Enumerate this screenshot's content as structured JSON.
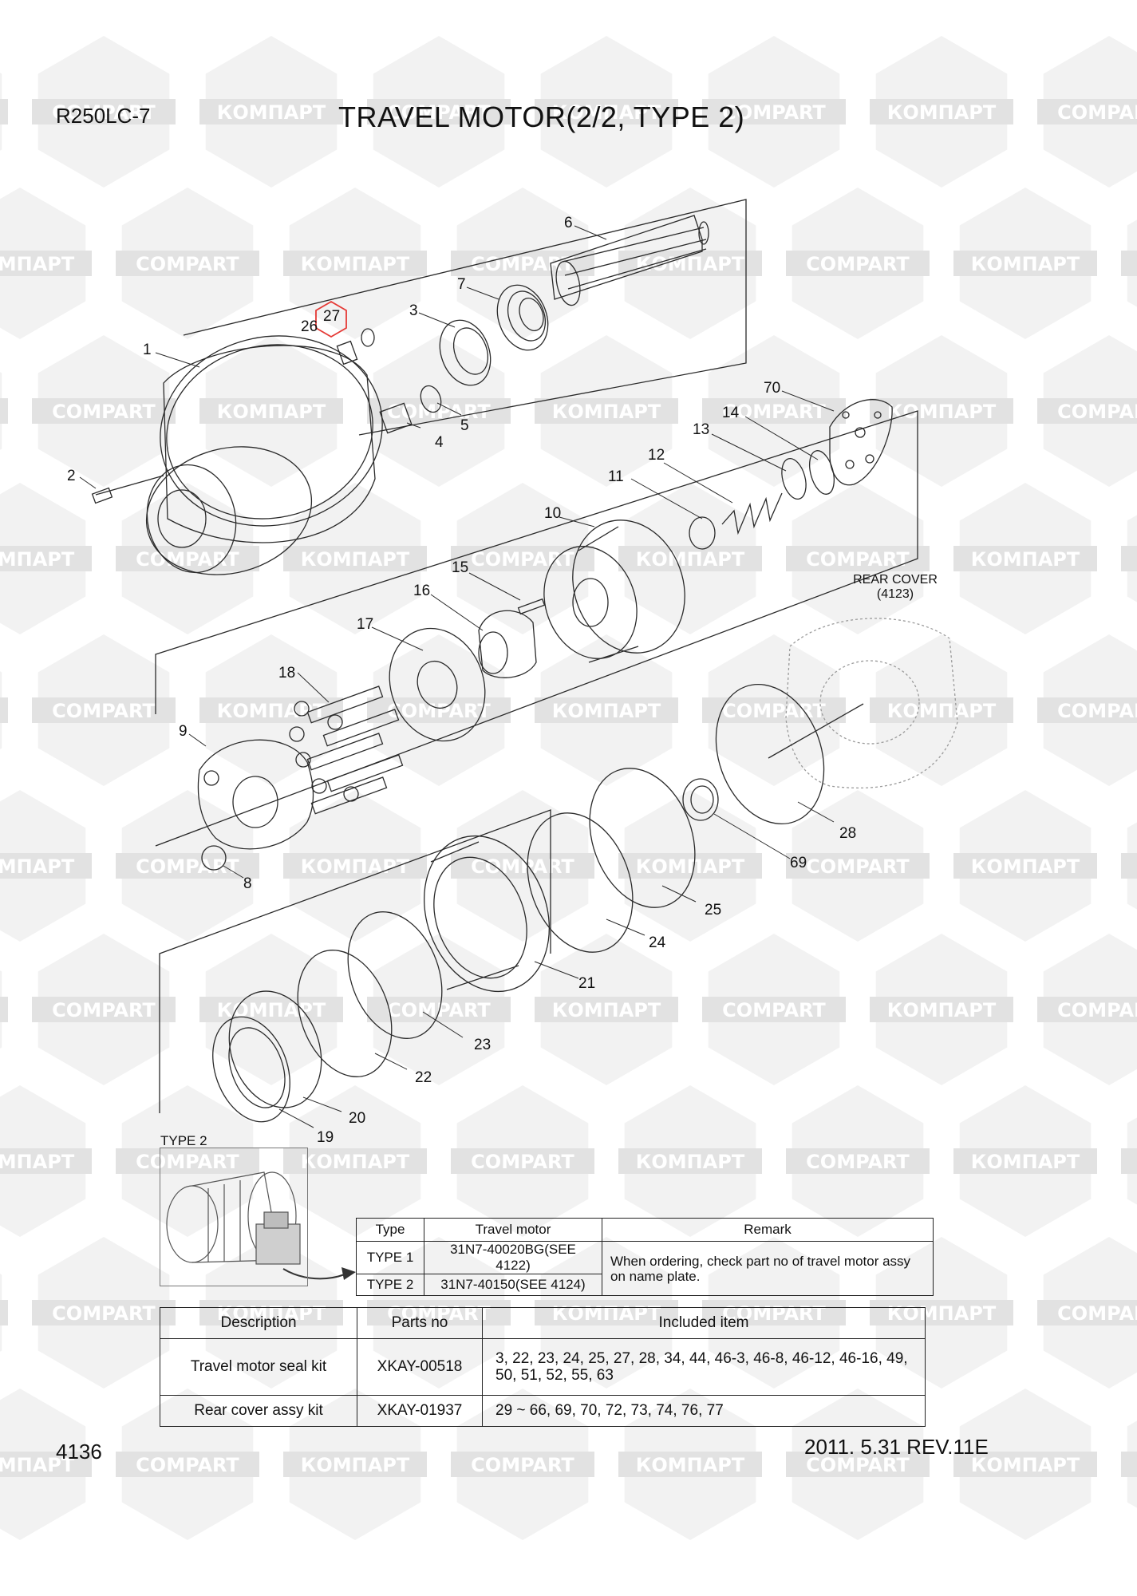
{
  "header": {
    "model": "R250LC-7",
    "title": "TRAVEL MOTOR(2/2, TYPE 2)"
  },
  "watermark": {
    "text_latin": "COMPART",
    "text_cyrillic": "КОМПАРТ",
    "color": "#e2e2e2"
  },
  "callouts": {
    "c1": "1",
    "c2": "2",
    "c3": "3",
    "c4": "4",
    "c5": "5",
    "c6": "6",
    "c7": "7",
    "c8": "8",
    "c9": "9",
    "c10": "10",
    "c11": "11",
    "c12": "12",
    "c13": "13",
    "c14": "14",
    "c15": "15",
    "c16": "16",
    "c17": "17",
    "c18": "18",
    "c19": "19",
    "c20": "20",
    "c21": "21",
    "c22": "22",
    "c23": "23",
    "c24": "24",
    "c25": "25",
    "c26": "26",
    "c27": "27",
    "c28": "28",
    "c69": "69",
    "c70": "70"
  },
  "rear_cover": {
    "label": "REAR COVER",
    "ref": "(4123)"
  },
  "highlight_color": "#e53935",
  "type2_image_label": "TYPE 2",
  "type_table": {
    "headers": [
      "Type",
      "Travel motor",
      "Remark"
    ],
    "rows": [
      {
        "type": "TYPE 1",
        "motor": "31N7-40020BG(SEE 4122)"
      },
      {
        "type": "TYPE 2",
        "motor": "31N7-40150(SEE 4124)"
      }
    ],
    "remark": "When ordering, check part no of travel motor assy on name plate."
  },
  "kit_table": {
    "headers": [
      "Description",
      "Parts no",
      "Included item"
    ],
    "rows": [
      {
        "description": "Travel motor seal kit",
        "parts_no": "XKAY-00518",
        "included": "3, 22, 23, 24, 25, 27, 28, 34, 44, 46-3, 46-8, 46-12, 46-16, 49, 50, 51, 52, 55, 63"
      },
      {
        "description": "Rear cover assy kit",
        "parts_no": "XKAY-01937",
        "included": "29 ~ 66, 69, 70, 72, 73, 74, 76, 77"
      }
    ]
  },
  "footer": {
    "page": "4136",
    "date_rev": "2011. 5.31  REV.11E"
  }
}
